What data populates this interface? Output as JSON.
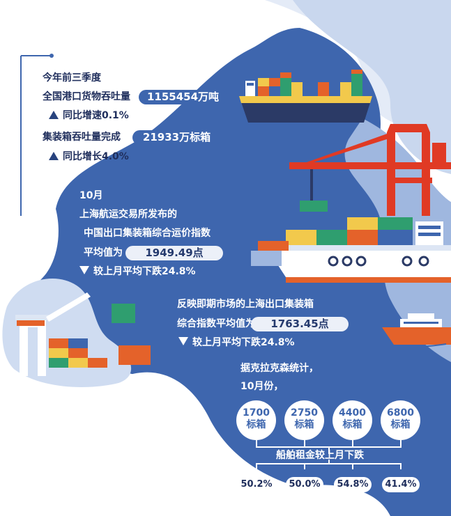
{
  "section1": {
    "period": "今年前三季度",
    "throughput_label": "全国港口货物吞吐量",
    "throughput_value": "1155454万吨",
    "throughput_change": "同比增速0.1%",
    "container_label": "集装箱吞吐量完成",
    "container_value": "21933万标箱",
    "container_change": "同比增长4.0%"
  },
  "section2": {
    "month": "10月",
    "line1": "上海航运交易所发布的",
    "line2": "中国出口集装箱综合运价指数",
    "avg_label": "平均值为",
    "avg_value": "1949.49点",
    "change": "较上月平均下跌24.8%"
  },
  "section3": {
    "line1": "反映即期市场的上海出口集装箱",
    "index_label": "综合指数平均值为",
    "index_value": "1763.45点",
    "change": "较上月平均下跌24.8%"
  },
  "section4": {
    "source": "据克拉克森统计，",
    "month": "10月份，",
    "ships": [
      {
        "size": "1700",
        "unit": "标箱"
      },
      {
        "size": "2750",
        "unit": "标箱"
      },
      {
        "size": "4400",
        "unit": "标箱"
      },
      {
        "size": "6800",
        "unit": "标箱"
      }
    ],
    "rent_label": "船舶租金较上月下跌",
    "declines": [
      "50.2%",
      "50.0%",
      "54.8%",
      "41.4%"
    ]
  },
  "colors": {
    "dark_navy": "#1f2e5c",
    "mid_blue": "#3e66ae",
    "light_blue": "#b7c9e8",
    "pale_blue": "#dde6f4",
    "orange": "#e4622a",
    "red_crane": "#e03a24"
  },
  "icons": [
    "up-triangle-icon",
    "down-triangle-icon",
    "cargo-ship-icon",
    "gantry-crane-icon",
    "passenger-ferry-icon",
    "container-stack-icon"
  ]
}
